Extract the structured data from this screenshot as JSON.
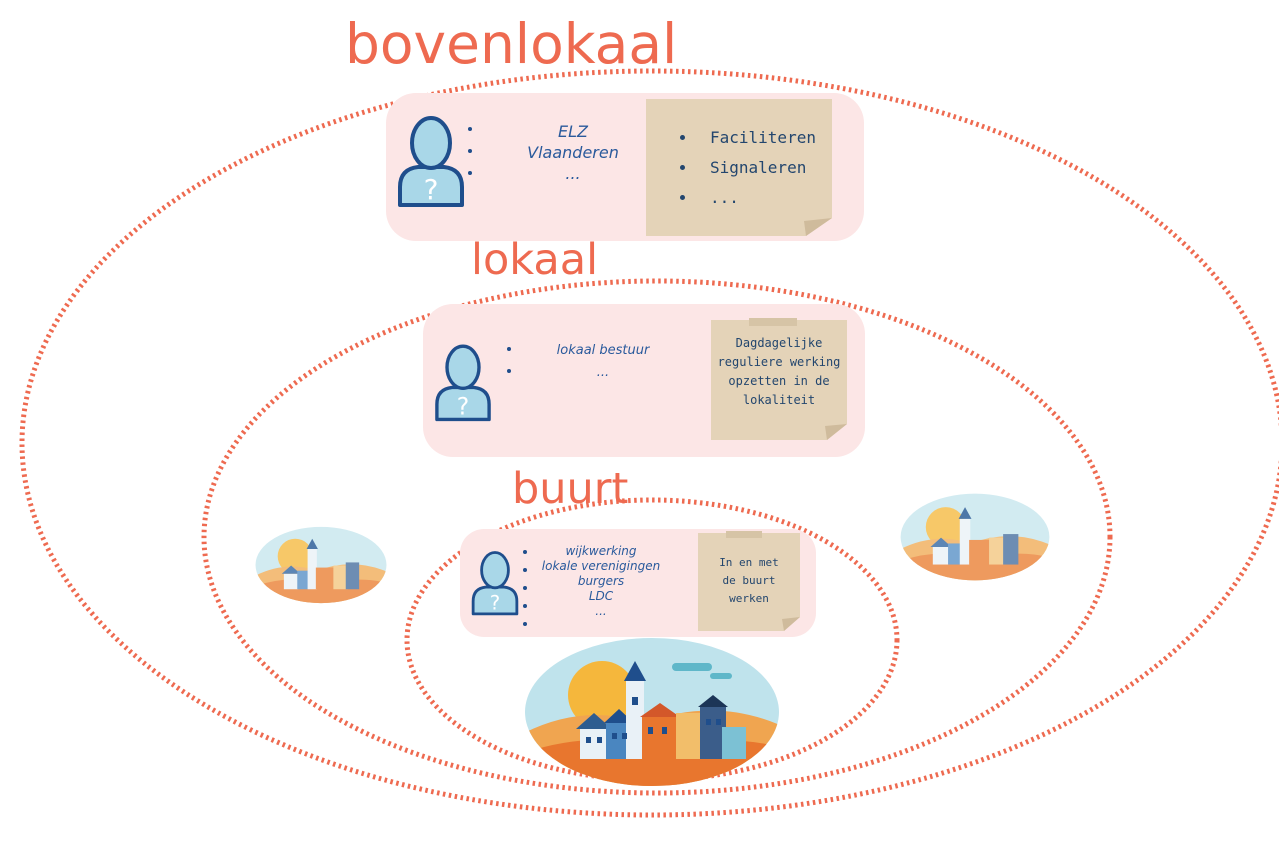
{
  "colors": {
    "accent": "#ee6a50",
    "panel": "#fce6e6",
    "note": "#e4d3b8",
    "person_fill": "#a9d7e8",
    "person_stroke": "#1f4e8c",
    "actor_text": "#2a5a9c"
  },
  "levels": {
    "bovenlokaal": {
      "title": "bovenlokaal",
      "actors": [
        "ELZ",
        "Vlaanderen",
        "..."
      ],
      "tasks": [
        "Faciliteren",
        "Signaleren",
        "..."
      ]
    },
    "lokaal": {
      "title": "lokaal",
      "actors": [
        "lokaal bestuur",
        "..."
      ],
      "task_lines": [
        "Dagdagelijke",
        "reguliere werking",
        "opzetten in de",
        "lokaliteit"
      ]
    },
    "buurt": {
      "title": "buurt",
      "actors": [
        "wijkwerking",
        "lokale verenigingen",
        "burgers",
        "LDC",
        "..."
      ],
      "task_lines": [
        "In en met",
        "de buurt",
        "werken"
      ]
    }
  },
  "icons": {
    "person": "person-question-icon",
    "village": "village-illustration"
  }
}
